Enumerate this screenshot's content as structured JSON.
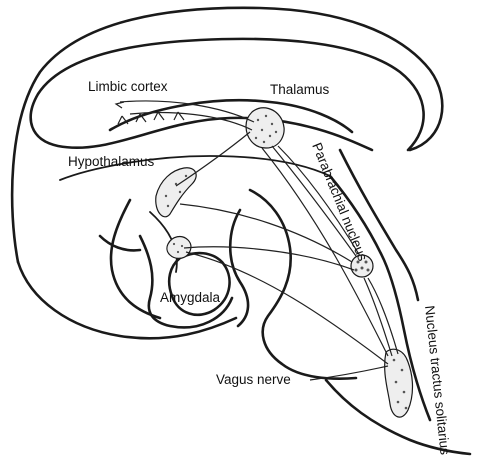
{
  "labels": {
    "limbic_cortex": "Limbic cortex",
    "thalamus": "Thalamus",
    "hypothalamus": "Hypothalamus",
    "parabrachial_nucleus": "Parabrachial nucleus",
    "amygdala": "Amygdala",
    "nucleus_tractus_solitarius": "Nucleus tractus solitarius",
    "vagus_nerve": "Vagus nerve"
  },
  "colors": {
    "line": "#1a1a1a",
    "background": "#ffffff"
  }
}
